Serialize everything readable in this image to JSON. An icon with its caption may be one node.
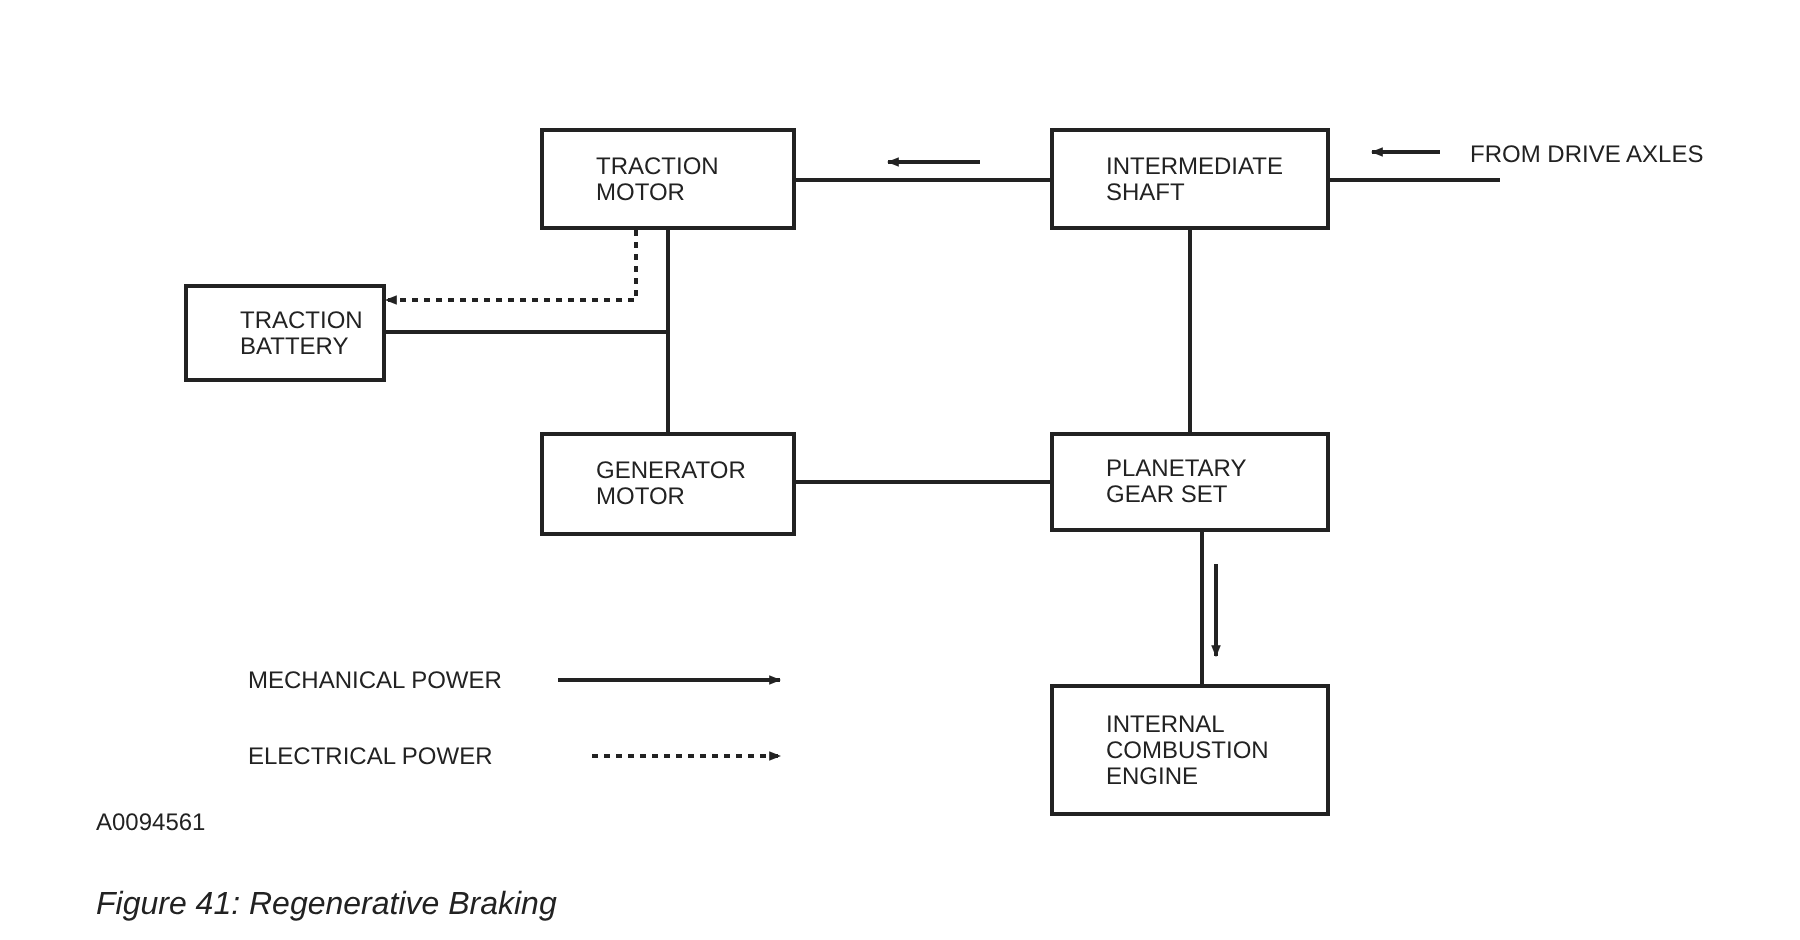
{
  "diagram": {
    "caption": "Figure 41: Regenerative Braking",
    "nodes": [
      {
        "text": [
          "TRACTION MOTOR"
        ]
      },
      {
        "text": [
          "INTERMEDIATE SHAFT"
        ]
      },
      {
        "text": [
          "TRACTION BATTERY"
        ]
      },
      {
        "text": [
          "GENERATOR MOTOR"
        ]
      },
      {
        "text": [
          "PLANETARY GEAR SET"
        ]
      },
      {
        "text": [
          "INTERNAL COMBUSTION ENGINE"
        ]
      }
    ],
    "edges": [
      {
        "from": 1,
        "to": 0,
        "arrow": "none"
      },
      {
        "from": 1,
        "to": 4,
        "arrow": "none"
      },
      {
        "from": 4,
        "to": 3,
        "arrow": "none"
      },
      {
        "from": 4,
        "to": 5,
        "arrow": "none"
      },
      {
        "from": 0,
        "to": 3,
        "arrow": "none"
      },
      {
        "from": 0,
        "to": 2,
        "arrow": "none"
      },
      {
        "from": 0,
        "to": 2,
        "arrow": "to",
        "style": "dashed"
      },
      {
        "from": null,
        "to": 1,
        "arrow": "none"
      }
    ],
    "labels": [
      "FROM DRIVE AXLES",
      "A0094561"
    ],
    "legend": [
      {
        "text": "MECHANICAL POWER"
      },
      {
        "text": "ELECTRICAL POWER"
      }
    ]
  }
}
